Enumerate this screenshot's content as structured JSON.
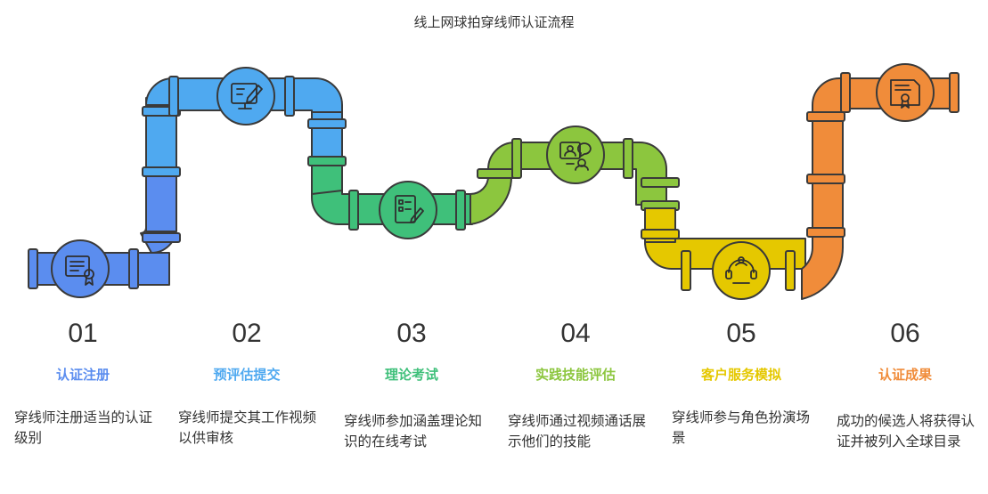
{
  "title": "线上网球拍穿线师认证流程",
  "colors": {
    "step1": "#5b8def",
    "step2": "#4fa9f0",
    "step3": "#3fc07a",
    "step4": "#8cc63e",
    "step5": "#e5c800",
    "step6": "#f08c3a"
  },
  "steps": [
    {
      "num": "01",
      "label": "认证注册",
      "desc": "穿线师注册适当的认证级别",
      "icon": "certificate-icon"
    },
    {
      "num": "02",
      "label": "预评估提交",
      "desc": "穿线师提交其工作视频以供审核",
      "icon": "monitor-edit-icon"
    },
    {
      "num": "03",
      "label": "理论考试",
      "desc": "穿线师参加涵盖理论知识的在线考试",
      "icon": "exam-paper-icon"
    },
    {
      "num": "04",
      "label": "实践技能评估",
      "desc": "穿线师通过视频通话展示他们的技能",
      "icon": "video-call-icon"
    },
    {
      "num": "05",
      "label": "客户服务模拟",
      "desc": "穿线师参与角色扮演场景",
      "icon": "customer-service-icon"
    },
    {
      "num": "06",
      "label": "认证成果",
      "desc": "成功的候选人将获得认证并被列入全球目录",
      "icon": "diploma-icon"
    }
  ]
}
